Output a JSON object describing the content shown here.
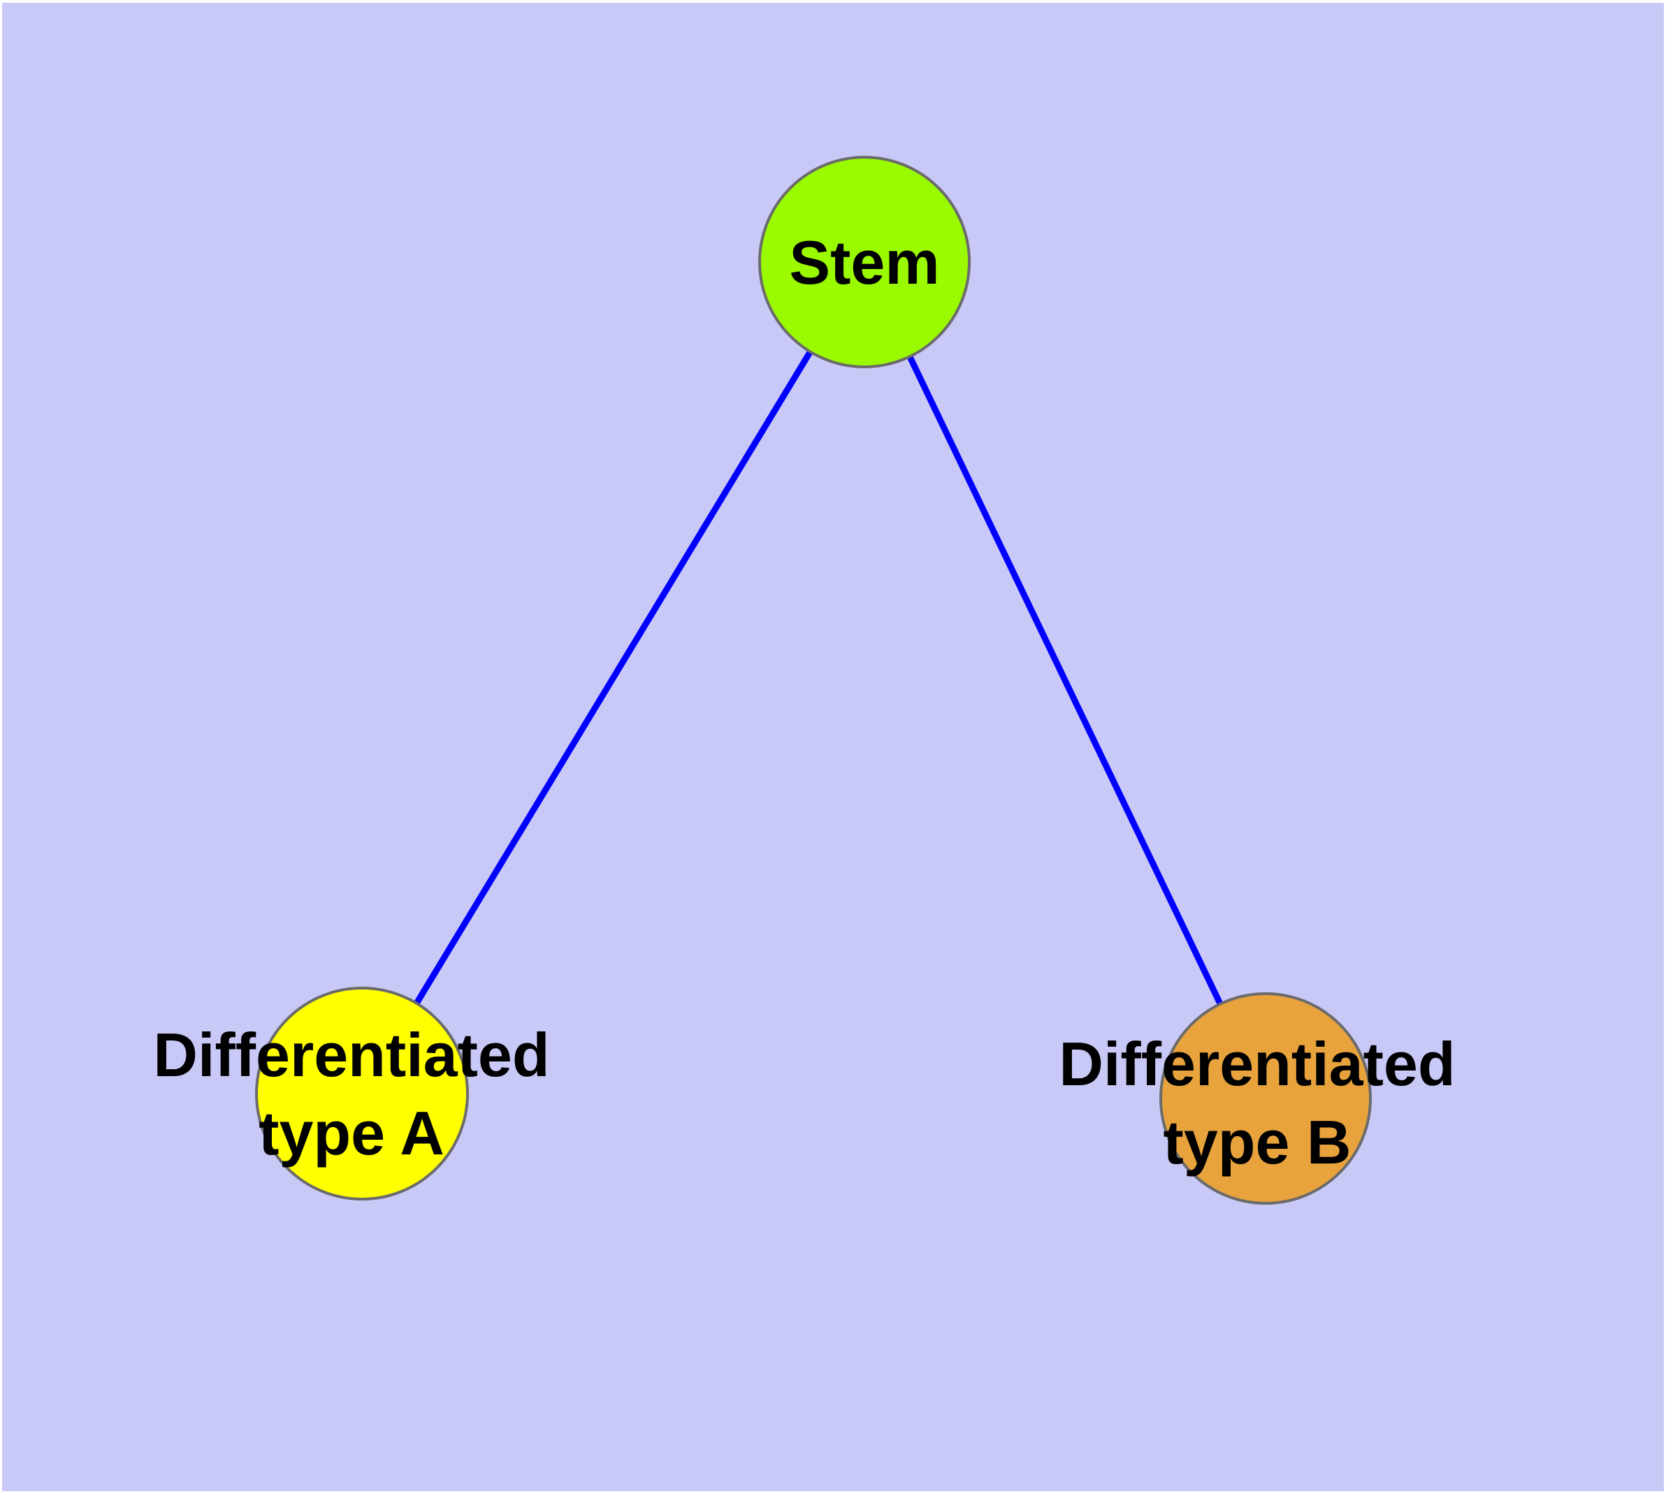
{
  "diagram": {
    "colors": {
      "canvas_background": "#C9C9F7",
      "page_frame": "#FFFFFF",
      "edge": "#0000FF",
      "node_border": "#6B6B6B",
      "label_text": "#000000"
    },
    "nodes": {
      "stem": {
        "label": "Stem",
        "fill": "#9AFB00"
      },
      "type_a": {
        "label_line1": "Differentiated",
        "label_line2": "type A",
        "fill": "#FFFF00"
      },
      "type_b": {
        "label_line1": "Differentiated",
        "label_line2": "type B",
        "fill": "#E8A33D"
      }
    },
    "edges": [
      {
        "from": "Stem",
        "to": "Differentiated type A"
      },
      {
        "from": "Stem",
        "to": "Differentiated type B"
      }
    ]
  }
}
